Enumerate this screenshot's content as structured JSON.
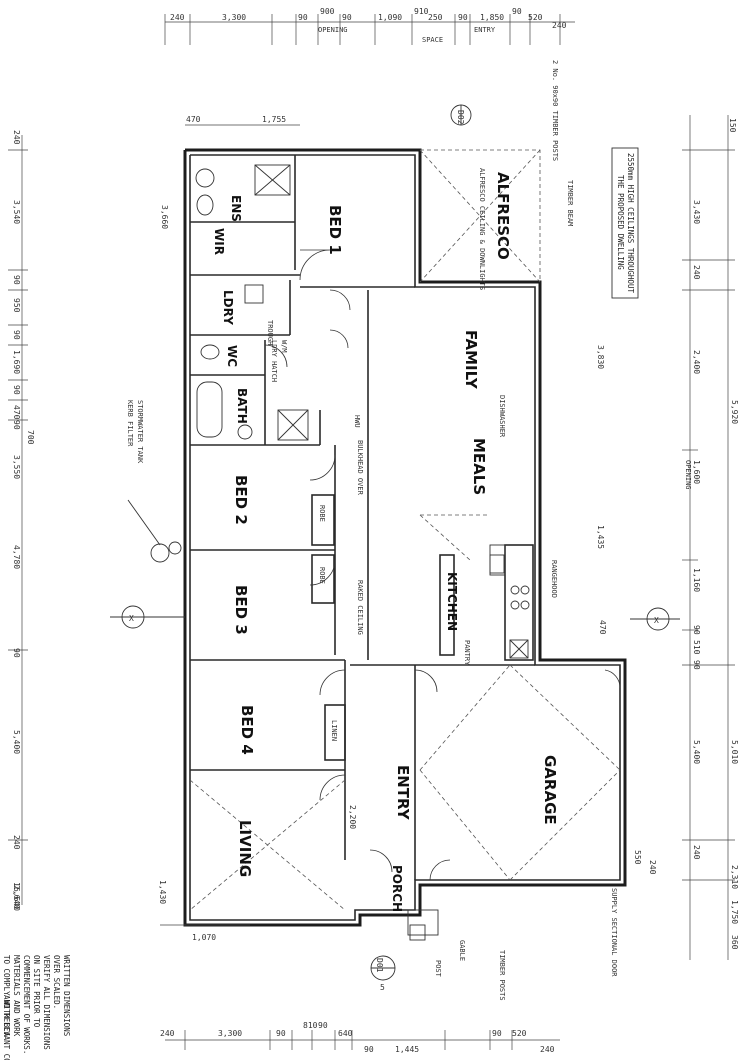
{
  "title_block": {
    "line1": "2550mm HIGH CEILINGS THROUGHOUT",
    "line2": "THE PROPOSED DWELLING"
  },
  "rooms": {
    "bed1": "BED 1",
    "ens": "ENS",
    "wir": "WIR",
    "ldry": "LDRY",
    "wc": "WC",
    "bath": "BATH",
    "bed2": "BED 2",
    "bed3": "BED 3",
    "bed4": "BED 4",
    "living": "LIVING",
    "entry": "ENTRY",
    "porch": "PORCH",
    "garage": "GARAGE",
    "kitchen": "KITCHEN",
    "meals": "MEALS",
    "family": "FAMILY",
    "alfresco": "ALFRESCO"
  },
  "labels": {
    "robe": "ROBE",
    "robe2": "ROBE",
    "linen": "LINEN",
    "pantry": "PANTRY",
    "ldry_hatch": "LDRY HATCH",
    "trough": "TROUGH",
    "wm": "W/M",
    "hwu": "HWU",
    "sectional_door": "SUPPLY SECTIONAL DOOR",
    "alfresco_ceiling": "ALFRESCO CEILING & DOWNLIGHTS",
    "timber_beam": "TIMBER BEAM",
    "timber_posts": "2 No. 90x90 TIMBER POSTS",
    "rangehood": "RANGEHOOD",
    "dishwasher": "DISHWASHER",
    "bulkhead": "BULKHEAD OVER",
    "stormwater": "STORMWATER TANK",
    "kerb": "KERB FILTER",
    "opening_1": "OPENING",
    "opening_2": "OPENING",
    "ceiling_note": "RAKED CEILING",
    "spacer": "SPACE",
    "entry_mark": "ENTRY",
    "porch_post": "POST",
    "timber_post_top": "TIMBER POSTS",
    "gable": "GABLE"
  },
  "dims_top": [
    "240",
    "3,300",
    "90",
    "900",
    "90",
    "1,090",
    "910",
    "250",
    "90",
    "1,850",
    "90",
    "520",
    "240"
  ],
  "dims_bottom": [
    "240",
    "3,300",
    "90",
    "810",
    "90",
    "640",
    "90",
    "1,445",
    "90",
    "520",
    "240"
  ],
  "dims_left": [
    "240",
    "3,540",
    "90",
    "950",
    "90",
    "1,690",
    "90",
    "470",
    "90",
    "700",
    "3,550",
    "4,780",
    "90",
    "5,400",
    "240",
    "2,640"
  ],
  "dims_right": [
    "150",
    "3,430",
    "240",
    "2,400",
    "5,920",
    "1,600",
    "1,160",
    "90",
    "510",
    "90",
    "5,400",
    "5,010",
    "240",
    "2,310",
    "1,750",
    "360"
  ],
  "dims_inner": [
    "470",
    "1,755",
    "1,070",
    "1,430",
    "3,660",
    "2,200",
    "3,830",
    "1,435",
    "470",
    "550",
    "240"
  ],
  "dims_bottom_total": "16,640",
  "notes": [
    "WRITTEN DIMENSIONS",
    "OVER SCALED.",
    "VERIFY ALL DIMENSIONS",
    "ON SITE PRIOR TO",
    "COMMENCEMENT OF WORKS.",
    "MATERIALS AND WORK",
    "TO COMPLY WITH BCA",
    "AND RELEVANT CODES"
  ],
  "section_markers": [
    "X",
    "X"
  ],
  "detail_markers": [
    "D01",
    "5",
    "D02"
  ]
}
